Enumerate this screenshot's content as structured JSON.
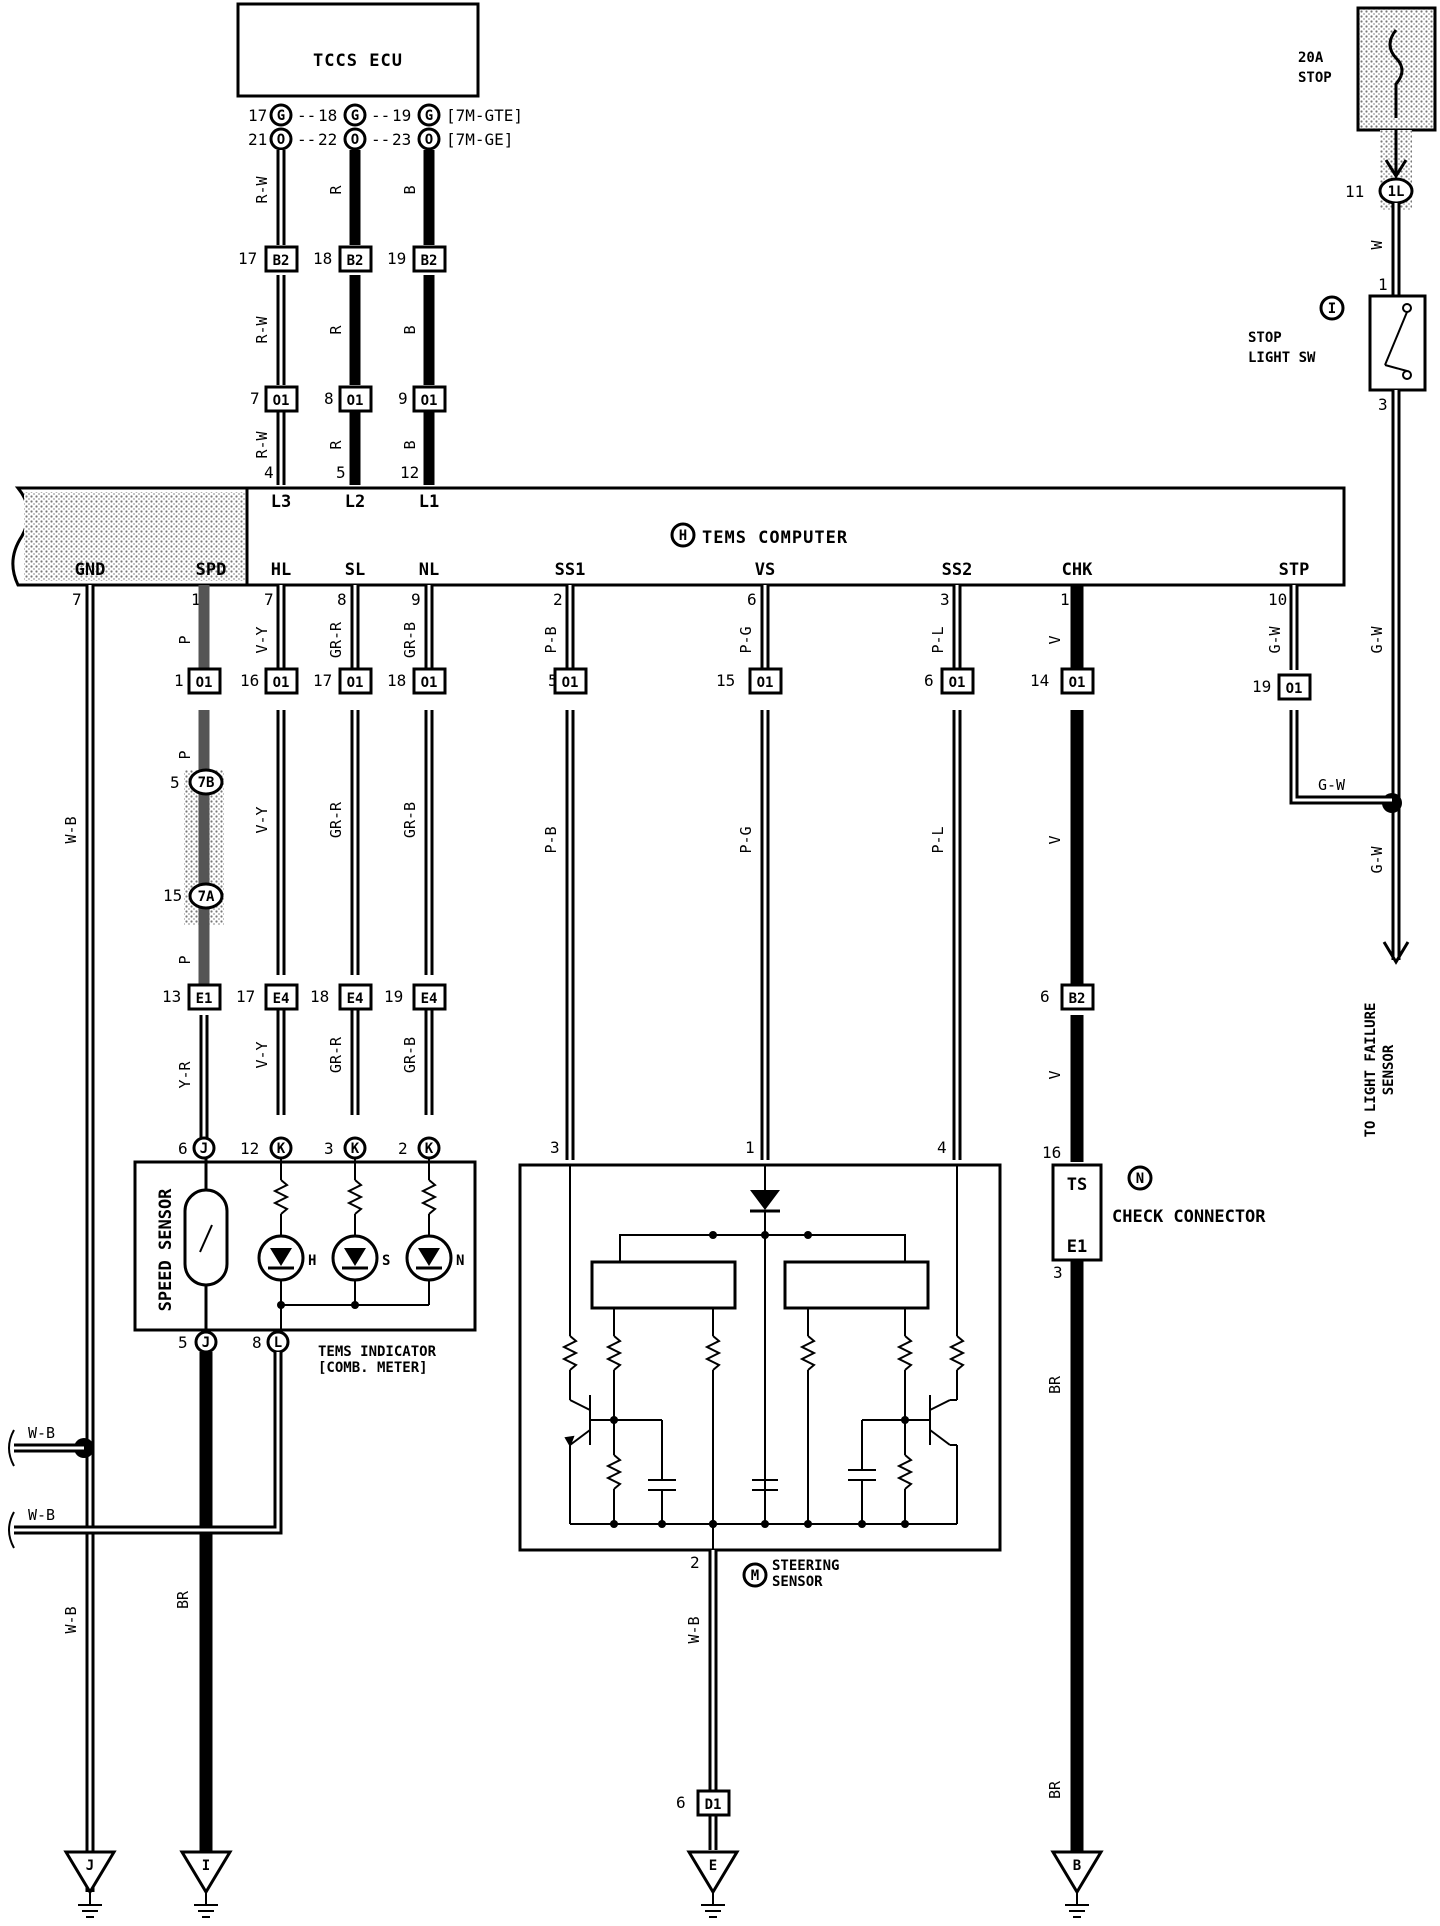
{
  "components": {
    "tccs_ecu": "TCCS ECU",
    "tems_computer": "TEMS COMPUTER",
    "tems_computer_code": "H",
    "fuse": "20A\nSTOP",
    "stop_light_sw": "STOP\nLIGHT SW",
    "stop_light_sw_code": "I",
    "speed_sensor": "SPEED SENSOR",
    "tems_indicator": "TEMS INDICATOR\n[COMB. METER]",
    "steering_sensor": "STEERING\nSENSOR",
    "steering_sensor_code": "M",
    "check_connector": "CHECK CONNECTOR",
    "check_connector_code": "N",
    "light_failure": "TO LIGHT FAILURE\nSENSOR"
  },
  "ecu_rows": [
    {
      "pins": [
        "17",
        "18",
        "19"
      ],
      "conn": "G",
      "note": "[7M-GTE]"
    },
    {
      "pins": [
        "21",
        "22",
        "23"
      ],
      "conn": "O",
      "note": "[7M-GE]"
    }
  ],
  "computer_pins_top": [
    {
      "id": "L3",
      "pin": "4"
    },
    {
      "id": "L2",
      "pin": "5"
    },
    {
      "id": "L1",
      "pin": "12"
    }
  ],
  "computer_pins_bottom": [
    {
      "id": "GND",
      "pin": "7"
    },
    {
      "id": "SPD",
      "pin": "1"
    },
    {
      "id": "HL",
      "pin": "7"
    },
    {
      "id": "SL",
      "pin": "8"
    },
    {
      "id": "NL",
      "pin": "9"
    },
    {
      "id": "SS1",
      "pin": "2"
    },
    {
      "id": "VS",
      "pin": "6"
    },
    {
      "id": "SS2",
      "pin": "3"
    },
    {
      "id": "CHK",
      "pin": "1"
    },
    {
      "id": "STP",
      "pin": "10"
    }
  ],
  "top_wires": [
    {
      "color": "R-W",
      "b2_pin": "17",
      "o1_pin": "7"
    },
    {
      "color": "R",
      "b2_pin": "18",
      "o1_pin": "8"
    },
    {
      "color": "B",
      "b2_pin": "19",
      "o1_pin": "9"
    }
  ],
  "connectors": {
    "b2": "B2",
    "o1": "O1",
    "e1": "E1",
    "e4": "E4",
    "d1": "D1",
    "c7b": "7B",
    "c7a": "7A",
    "c1l": "1L",
    "j": "J",
    "k": "K",
    "l": "L"
  },
  "bottom_wires": [
    {
      "id": "SPD",
      "color": "P",
      "o1_pin": "1",
      "e_pin": "13",
      "lower_color": "Y-R",
      "term_pin": "6",
      "term": "J"
    },
    {
      "id": "HL",
      "color": "V-Y",
      "o1_pin": "16",
      "e_pin": "17",
      "lower_color": "V-Y",
      "term_pin": "12",
      "term": "K"
    },
    {
      "id": "SL",
      "color": "GR-R",
      "o1_pin": "17",
      "e_pin": "18",
      "lower_color": "GR-R",
      "term_pin": "3",
      "term": "K"
    },
    {
      "id": "NL",
      "color": "GR-B",
      "o1_pin": "18",
      "e_pin": "19",
      "lower_color": "GR-B",
      "term_pin": "2",
      "term": "K"
    },
    {
      "id": "SS1",
      "color": "P-B",
      "o1_pin": "5",
      "term_pin": "3"
    },
    {
      "id": "VS",
      "color": "P-G",
      "o1_pin": "15",
      "term_pin": "1"
    },
    {
      "id": "SS2",
      "color": "P-L",
      "o1_pin": "6",
      "term_pin": "4"
    },
    {
      "id": "CHK",
      "color": "V",
      "o1_pin": "14",
      "b2_pin": "6",
      "lower_color": "V",
      "term_pin": "16"
    },
    {
      "id": "STP",
      "color": "G-W",
      "o1_pin": "19"
    }
  ],
  "spd_extra": {
    "pin_7b": "5",
    "pin_7a": "15"
  },
  "indicator": {
    "leds": [
      "H",
      "S",
      "N"
    ],
    "pin_j": "5",
    "pin_l": "8"
  },
  "check_conn": {
    "ts": "TS",
    "e1": "E1",
    "pin_bottom": "3"
  },
  "stop_sw": {
    "fuse_pin": "11",
    "pin_in": "1",
    "pin_out": "3",
    "in_color": "W",
    "out_color": "G-W",
    "branch_color": "G-W",
    "down_color": "G-W"
  },
  "ground_wires": {
    "gnd_color": "W-B",
    "spd_ground_color": "BR",
    "steer_color": "W-B",
    "steer_pin": "2",
    "steer_d1_pin": "6",
    "chk_color": "BR",
    "chk_color2": "BR",
    "side_a": "W-B",
    "side_b": "W-B",
    "gnd_lower": "W-B"
  },
  "grounds": [
    "J",
    "I",
    "E",
    "B"
  ]
}
